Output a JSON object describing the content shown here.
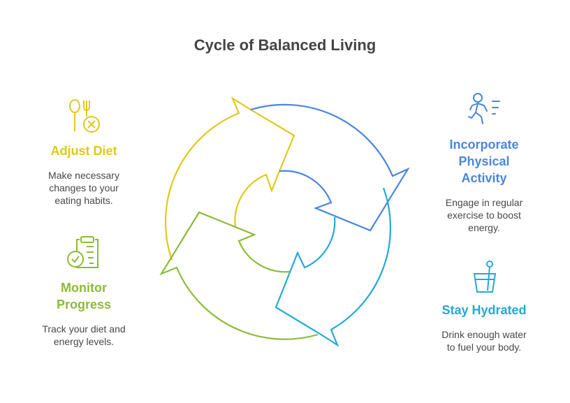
{
  "title": "Cycle of Balanced Living",
  "colors": {
    "yellow": "#e0c91a",
    "blue": "#4a86dc",
    "teal": "#24a9d6",
    "green": "#8cbb38",
    "text": "#484848",
    "title": "#444444"
  },
  "steps": [
    {
      "id": "diet",
      "icon": "fork-plate-cross-icon",
      "title": "Adjust Diet",
      "description_lines": [
        "Make necessary",
        "changes to your",
        "eating habits."
      ],
      "color": "#e0c91a"
    },
    {
      "id": "activity",
      "icon": "running-person-icon",
      "title_lines": [
        "Incorporate",
        "Physical",
        "Activity"
      ],
      "description_lines": [
        "Engage in regular",
        "exercise to boost",
        "energy."
      ],
      "color": "#4a86dc"
    },
    {
      "id": "hydrate",
      "icon": "water-glass-icon",
      "title": "Stay Hydrated",
      "description_lines": [
        "Drink enough water",
        "to fuel your body."
      ],
      "color": "#24a9d6"
    },
    {
      "id": "monitor",
      "icon": "clipboard-check-icon",
      "title_lines": [
        "Monitor",
        "Progress"
      ],
      "description_lines": [
        "Track your diet and",
        "energy levels."
      ],
      "color": "#8cbb38"
    }
  ]
}
